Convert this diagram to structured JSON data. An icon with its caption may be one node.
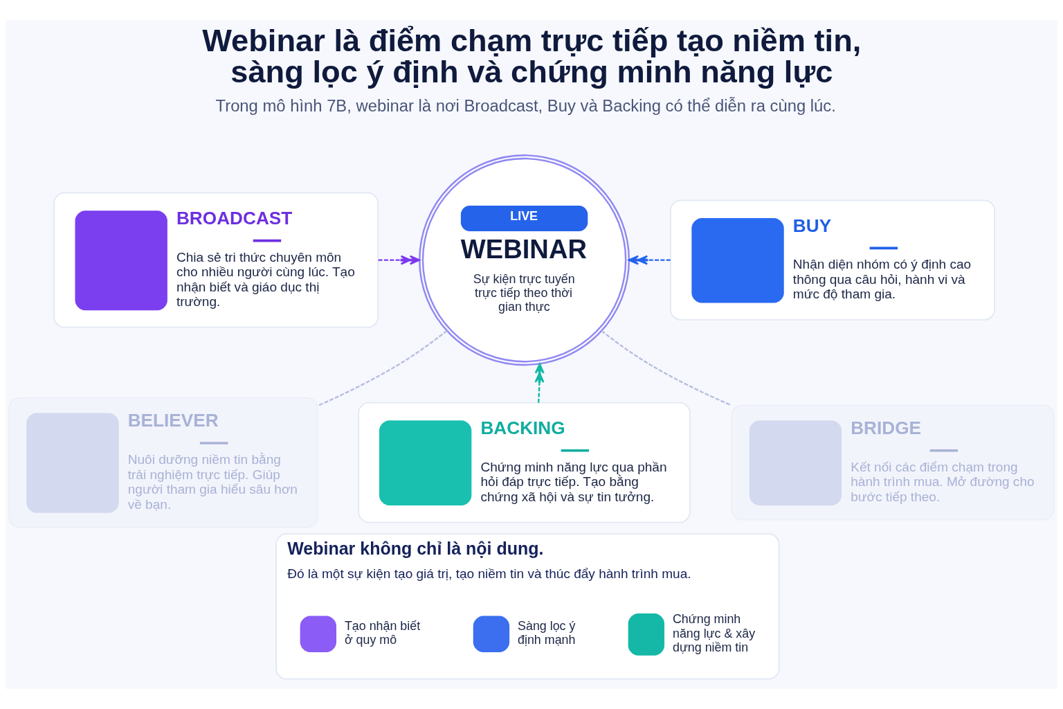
{
  "diagram": {
    "title": "Webinar là điểm chạm trực tiếp tạo niềm tin, sàng lọc ý định và chứng minh năng lực",
    "nodes": [
      {
        "text": [
          "BROADCAST",
          "Chia sẻ tri thức chuyên môn cho nhiều người cùng lúc. Tạo nhận biết và giáo dục thị trường."
        ]
      },
      {
        "text": [
          "LIVE",
          "WEBINAR",
          "Sự kiện trực tuyến trực tiếp theo thời gian thực"
        ]
      },
      {
        "text": [
          "BUY",
          "Nhận diện nhóm có ý định cao thông qua câu hỏi, hành vi và mức độ tham gia."
        ]
      },
      {
        "text": [
          "BELIEVER",
          "Nuôi dưỡng niềm tin bằng trải nghiệm trực tiếp. Giúp người tham gia hiểu sâu hơn về bạn."
        ]
      },
      {
        "text": [
          "BACKING",
          "Chứng minh năng lực qua phần hỏi đáp trực tiếp. Tạo bằng chứng xã hội và sự tin tưởng."
        ]
      },
      {
        "text": [
          "BRIDGE",
          "Kết nối các điểm chạm trong hành trình mua. Mở đường cho bước tiếp theo."
        ]
      },
      {
        "text": [
          "Webinar không chỉ là nội dung.",
          "Đó là một sự kiện tạo giá trị, tạo niềm tin và thúc đẩy hành trình mua."
        ]
      },
      {
        "text": [
          "Tạo nhận biết ở quy mô"
        ],
        "in": 6
      },
      {
        "text": [
          "Sàng lọc ý định mạnh"
        ],
        "in": 6
      },
      {
        "text": [
          "Chứng minh năng lực & xây dựng niềm tin"
        ],
        "in": 6
      }
    ],
    "edges": [
      {
        "from": 0,
        "to": 1,
        "arrow": "to",
        "style": "dashed",
        "color": "#7c3aed"
      },
      {
        "from": 2,
        "to": 1,
        "arrow": "to",
        "style": "dashed",
        "color": "#2563eb"
      },
      {
        "from": 4,
        "to": 1,
        "arrow": "to",
        "style": "dashed",
        "color": "#14b8a6"
      },
      {
        "from": 1,
        "to": 3,
        "arrow": "none",
        "style": "dashed",
        "color": "#b6bedf"
      },
      {
        "from": 1,
        "to": 5,
        "arrow": "none",
        "style": "dashed",
        "color": "#b6bedf"
      }
    ],
    "labels": [
      "Trong mô hình 7B, webinar là nơi Broadcast, Buy và Backing có thể diễn ra cùng lúc."
    ]
  }
}
